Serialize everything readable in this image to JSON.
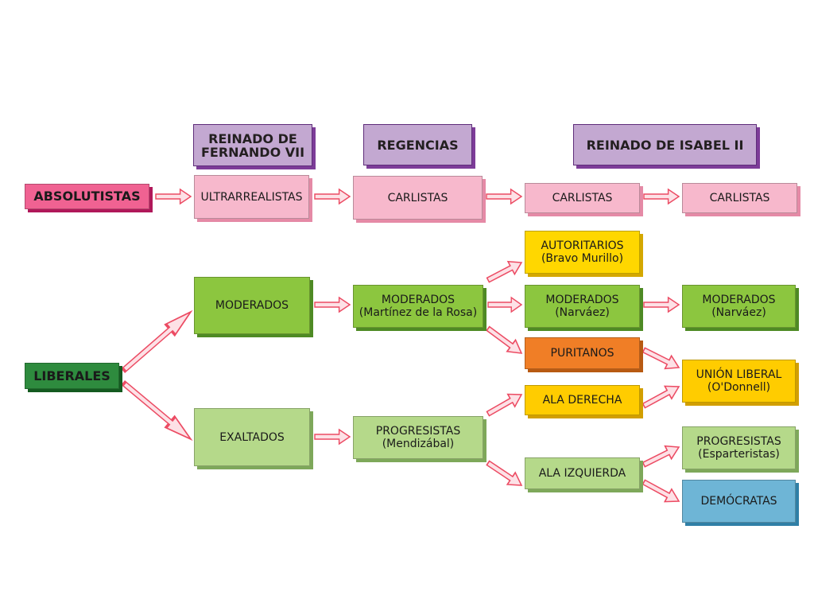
{
  "headers": {
    "fernando": [
      "REINADO DE",
      "FERNANDO VII"
    ],
    "regencias": "REGENCIAS",
    "isabel": "REINADO DE ISABEL II"
  },
  "rows": {
    "absolutistas": "ABSOLUTISTAS",
    "liberales": "LIBERALES"
  },
  "boxes": {
    "ultrarrealistas": "ULTRARREALISTAS",
    "carlistas_regencias": "CARLISTAS",
    "carlistas_isabel_1": "CARLISTAS",
    "carlistas_isabel_2": "CARLISTAS",
    "moderados_fernando": "MODERADOS",
    "exaltados": "EXALTADOS",
    "moderados_regencias": [
      "MODERADOS",
      "(Martínez de la Rosa)"
    ],
    "progresistas_regencias": [
      "PROGRESISTAS",
      "(Mendizábal)"
    ],
    "autoritarios": [
      "AUTORITARIOS",
      "(Bravo Murillo)"
    ],
    "moderados_narvaez_1": [
      "MODERADOS",
      "(Narváez)"
    ],
    "puritanos": "PURITANOS",
    "ala_derecha": "ALA DERECHA",
    "ala_izquierda": "ALA IZQUIERDA",
    "moderados_narvaez_2": [
      "MODERADOS",
      "(Narváez)"
    ],
    "union_liberal": [
      "UNIÓN LIBERAL",
      "(O'Donnell)"
    ],
    "progresistas_esparteristas": [
      "PROGRESISTAS",
      "(Esparteristas)"
    ],
    "democratas": "DEMÓCRATAS"
  },
  "colors": {
    "header": "#c3a8d1",
    "absolutistas": "#f06292",
    "liberales": "#2e8b3e",
    "pink": "#f7b8cc",
    "moderado_green": "#8cc63f",
    "light_green": "#b5d98a",
    "yellow": "#ffd700",
    "orange": "#f07e26",
    "blue": "#6eb5d6",
    "arrow_fill": "#fde1e6",
    "arrow_stroke": "#ec4b63"
  }
}
